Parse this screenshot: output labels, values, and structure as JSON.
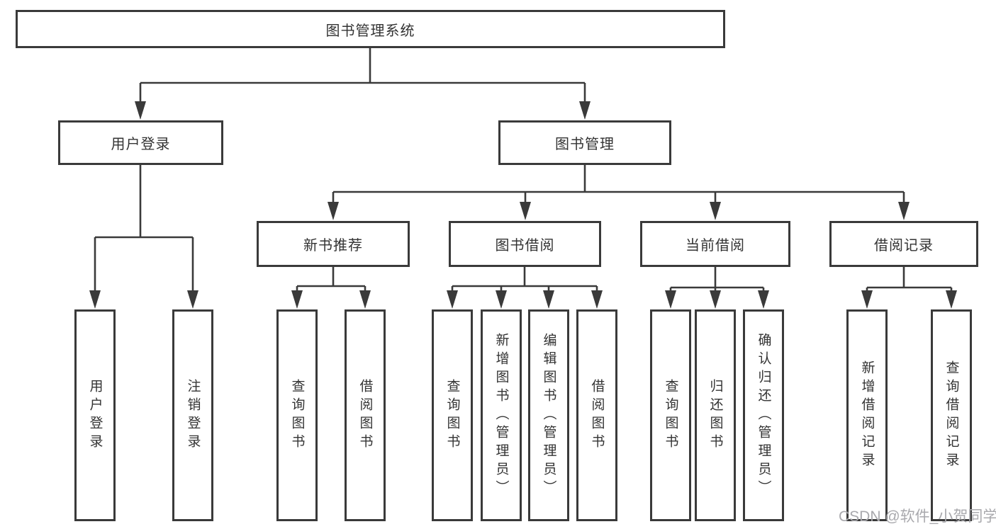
{
  "diagram": {
    "root": {
      "label": "图书管理系统"
    },
    "branches": [
      {
        "label": "用户登录",
        "leaves": [
          {
            "label": "用户登录"
          },
          {
            "label": "注销登录"
          }
        ]
      },
      {
        "label": "图书管理",
        "groups": [
          {
            "label": "新书推荐",
            "leaves": [
              {
                "label": "查询图书"
              },
              {
                "label": "借阅图书"
              }
            ]
          },
          {
            "label": "图书借阅",
            "leaves": [
              {
                "label": "查询图书"
              },
              {
                "label": "新增图书（管理员）"
              },
              {
                "label": "编辑图书（管理员）"
              },
              {
                "label": "借阅图书"
              }
            ]
          },
          {
            "label": "当前借阅",
            "leaves": [
              {
                "label": "查询图书"
              },
              {
                "label": "归还图书"
              },
              {
                "label": "确认归还（管理员）"
              }
            ]
          },
          {
            "label": "借阅记录",
            "leaves": [
              {
                "label": "新增借阅记录"
              },
              {
                "label": "查询借阅记录"
              }
            ]
          }
        ]
      }
    ]
  },
  "watermark": {
    "text": "CSDN @软件_小贺同学"
  },
  "colors": {
    "line": "#3a3a3a",
    "text": "#333333",
    "box_fill": "#ffffff",
    "background": "#ffffff",
    "watermark": "#a9a9ad"
  }
}
